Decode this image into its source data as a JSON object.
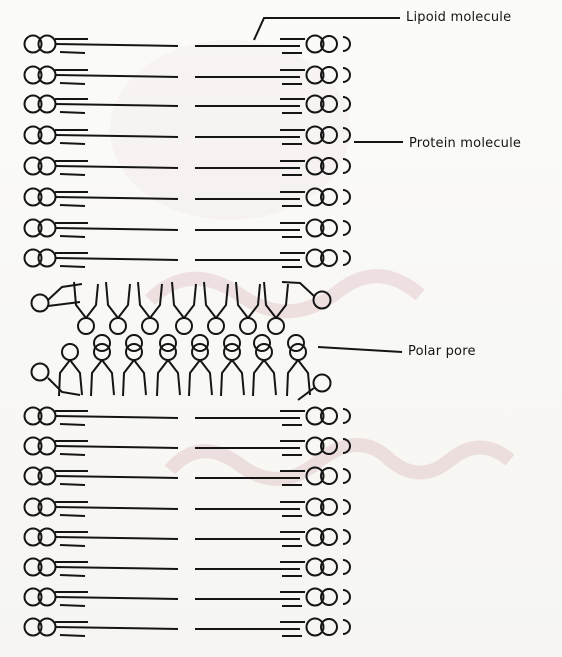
{
  "labels": {
    "lipoid": "Lipoid molecule",
    "protein": "Protein molecule",
    "polar_pore": "Polar pore"
  },
  "colors": {
    "ink": "#151515",
    "watermark": "#c98a94",
    "paper": "#f6f5f1"
  },
  "icons": {
    "lipid_head": "circle",
    "protein": "partial-circle"
  }
}
